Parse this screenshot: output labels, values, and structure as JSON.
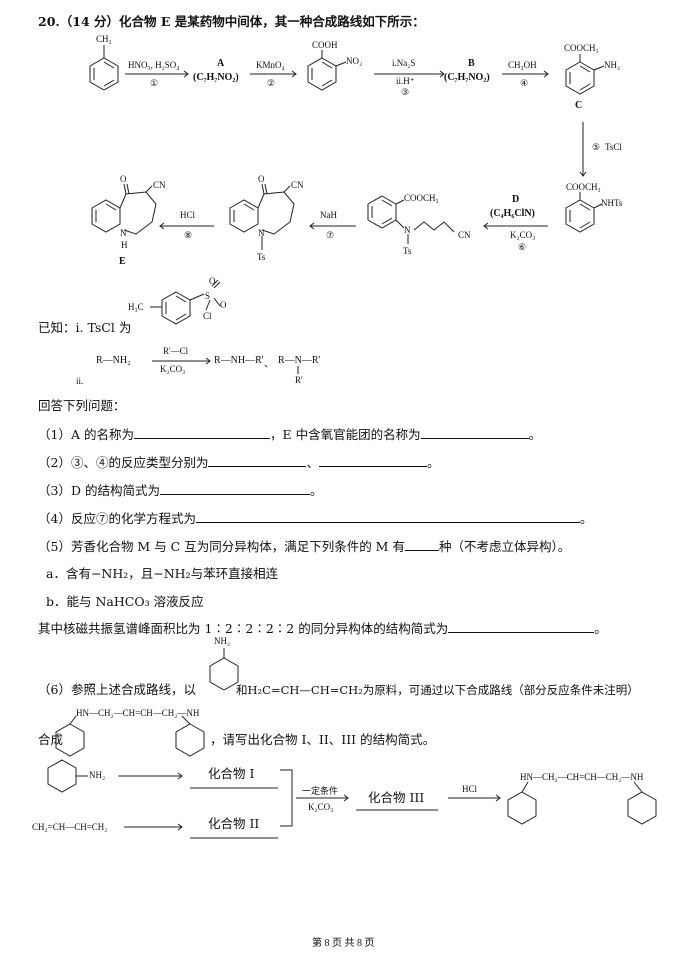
{
  "question": {
    "number_score": "20.（14 分）",
    "intro": "化合物 E 是某药物中间体，其一种合成路线如下所示："
  },
  "scheme": {
    "toluene_sub": "CH₃",
    "step1_reagent": "HNO₃, H₂SO₄",
    "step1_num": "①",
    "A_label": "A",
    "A_formula": "(C₇H₇NO₂)",
    "step2_reagent": "KMnO₄",
    "step2_num": "②",
    "acid_cooh": "COOH",
    "acid_no2": "NO₂",
    "step3_reagent_i": "i.Na₂S",
    "step3_reagent_ii": "ii.H⁺",
    "step3_num": "③",
    "B_label": "B",
    "B_formula": "(C₇H₇NO₂)",
    "step4_reagent": "CH₃OH",
    "step4_num": "④",
    "C_cooch3": "COOCH₃",
    "C_nh2": "NH₂",
    "C_label": "C",
    "step5_num": "⑤",
    "step5_reagent": "TsCl",
    "NHTs_cooch3": "COOCH₃",
    "NHTs_label": "NHTs",
    "D_label": "D",
    "D_formula": "(C₄H₆ClN)",
    "step6_reagent": "K₂CO₃",
    "step6_num": "⑥",
    "int_cooch3": "COOCH₃",
    "int_n": "N",
    "int_cn": "CN",
    "int_ts": "Ts",
    "step7_reagent": "NaH",
    "step7_num": "⑦",
    "ket_o": "O",
    "ket_cn": "CN",
    "ket_n": "N",
    "ket_ts": "Ts",
    "step8_reagent": "HCl",
    "step8_num": "⑧",
    "E_o": "O",
    "E_cn": "CN",
    "E_nh": "N",
    "E_h": "H",
    "E_label": "E"
  },
  "known": {
    "label_i": "已知：i. TsCl 为",
    "tscl_h3c": "H₃C",
    "tscl_s": "S",
    "tscl_o1": "O",
    "tscl_o2": "O",
    "tscl_cl": "Cl",
    "rxn_left": "R—NH₂",
    "rxn_reagent_top": "R'—Cl",
    "rxn_reagent_bot": "K₂CO₃",
    "rxn_product1": "R—NH—R'",
    "rxn_sep": "、",
    "rxn_product2": "R—N—R'",
    "rxn_product2_sub": "R'",
    "label_ii": "ii."
  },
  "answer_heading": "回答下列问题：",
  "q1": {
    "a": "（1）A 的名称为",
    "b": "，E 中含氧官能团的名称为",
    "c": "。"
  },
  "q2": {
    "a": "（2）③、④的反应类型分别为",
    "b": "、",
    "c": "。"
  },
  "q3": {
    "a": "（3）D 的结构简式为",
    "c": "。"
  },
  "q4": {
    "a": "（4）反应⑦的化学方程式为",
    "c": "。"
  },
  "q5": {
    "a": "（5）芳香化合物 M 与 C 互为同分异构体，满足下列条件的 M 有",
    "b": "种（不考虑立体异构）。",
    "cond_a": "a．含有−NH₂，且−NH₂与苯环直接相连",
    "cond_b": "b．能与 NaHCO₃ 溶液反应",
    "nmr_a": "其中核磁共振氢谱峰面积比为 1∶2∶2∶2∶2 的同分异构体的结构简式为",
    "nmr_c": "。"
  },
  "q6": {
    "amine_nh2": "NH₂",
    "a": "（6）参照上述合成路线，以",
    "b": "和H₂C=CH—CH=CH₂为原料，可通过以下合成路线（部分反应条件未注明）",
    "target_chain": "HN—CH₂—CH=CH—CH₂—NH",
    "c": "合成",
    "d": "，请写出化合物 I、II、III 的结构简式。",
    "route_nh2": "NH₂",
    "route_butadiene": "CH₂=CH—CH=CH₂",
    "cmpd1": "化合物 I",
    "cmpd2": "化合物 II",
    "cond_top": "一定条件",
    "cond_bot": "K₂CO₃",
    "cmpd3": "化合物 III",
    "hcl": "HCl",
    "final_chain": "HN—CH₂—CH=CH—CH₂—NH"
  },
  "footer": "第 8 页 共 8 页"
}
